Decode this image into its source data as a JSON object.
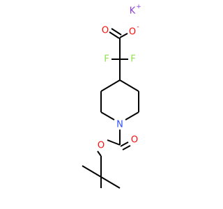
{
  "structure": {
    "atoms": {
      "potassium": {
        "symbol": "K",
        "charge": "+"
      },
      "carboxyl_oxygen_double": {
        "symbol": "O"
      },
      "carboxylate_oxygen": {
        "symbol": "O",
        "charge": "-"
      },
      "fluorine_left": {
        "symbol": "F"
      },
      "fluorine_right": {
        "symbol": "F"
      },
      "ring_nitrogen": {
        "symbol": "N"
      },
      "carbamate_oxygen_double": {
        "symbol": "O"
      },
      "carbamate_oxygen_ester": {
        "symbol": "O"
      }
    },
    "colors": {
      "bond": "#000000",
      "carbon": "#000000",
      "potassium": "#8f40d4",
      "oxygen": "#ff0d0d",
      "fluorine": "#90e050",
      "nitrogen": "#3050f8"
    }
  }
}
